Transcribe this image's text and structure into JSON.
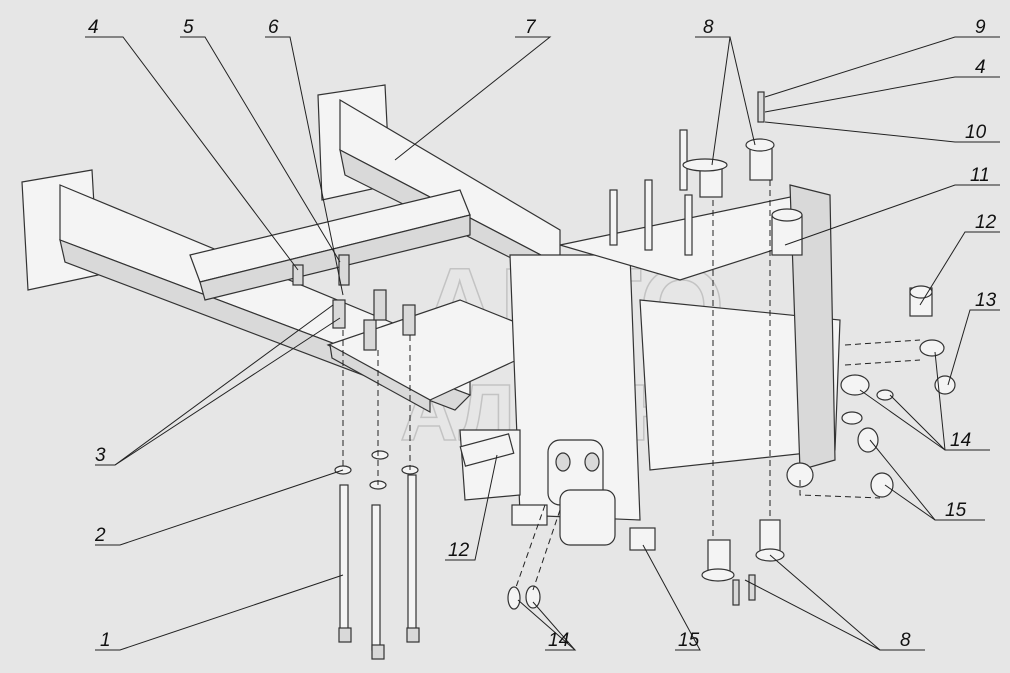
{
  "watermark": {
    "line1": "АВТО",
    "line2": "АЛЬЯНС"
  },
  "callouts": [
    {
      "id": "c1",
      "text": "1"
    },
    {
      "id": "c2",
      "text": "2"
    },
    {
      "id": "c3",
      "text": "3"
    },
    {
      "id": "c4a",
      "text": "4"
    },
    {
      "id": "c4b",
      "text": "4"
    },
    {
      "id": "c5",
      "text": "5"
    },
    {
      "id": "c6",
      "text": "6"
    },
    {
      "id": "c7",
      "text": "7"
    },
    {
      "id": "c8a",
      "text": "8"
    },
    {
      "id": "c8b",
      "text": "8"
    },
    {
      "id": "c9",
      "text": "9"
    },
    {
      "id": "c10",
      "text": "10"
    },
    {
      "id": "c11",
      "text": "11"
    },
    {
      "id": "c12a",
      "text": "12"
    },
    {
      "id": "c12b",
      "text": "12"
    },
    {
      "id": "c13",
      "text": "13"
    },
    {
      "id": "c14a",
      "text": "14"
    },
    {
      "id": "c14b",
      "text": "14"
    },
    {
      "id": "c15a",
      "text": "15"
    },
    {
      "id": "c15b",
      "text": "15"
    }
  ]
}
